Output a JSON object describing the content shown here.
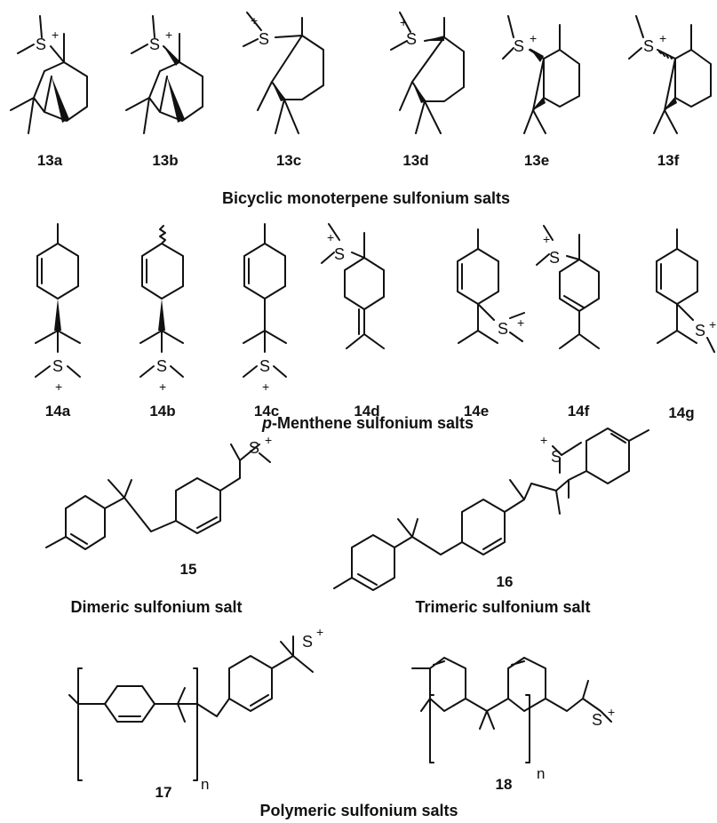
{
  "compounds": {
    "c13a": "13a",
    "c13b": "13b",
    "c13c": "13c",
    "c13d": "13d",
    "c13e": "13e",
    "c13f": "13f",
    "c14a": "14a",
    "c14b": "14b",
    "c14c": "14c",
    "c14d": "14d",
    "c14e": "14e",
    "c14f": "14f",
    "c14g": "14g",
    "c15": "15",
    "c16": "16",
    "c17": "17",
    "c18": "18"
  },
  "sections": {
    "bicyclic": "Bicyclic monoterpene sulfonium salts",
    "menthene_prefix": "p",
    "menthene_rest": "-Menthene sulfonium salts",
    "dimeric": "Dimeric sulfonium salt",
    "trimeric": "Trimeric sulfonium salt",
    "polymeric": "Polymeric sulfonium salts"
  },
  "atoms": {
    "sulfur": "S",
    "charge": "+",
    "repeat_index": "n"
  },
  "colors": {
    "ink": "#111111",
    "background": "#ffffff"
  }
}
